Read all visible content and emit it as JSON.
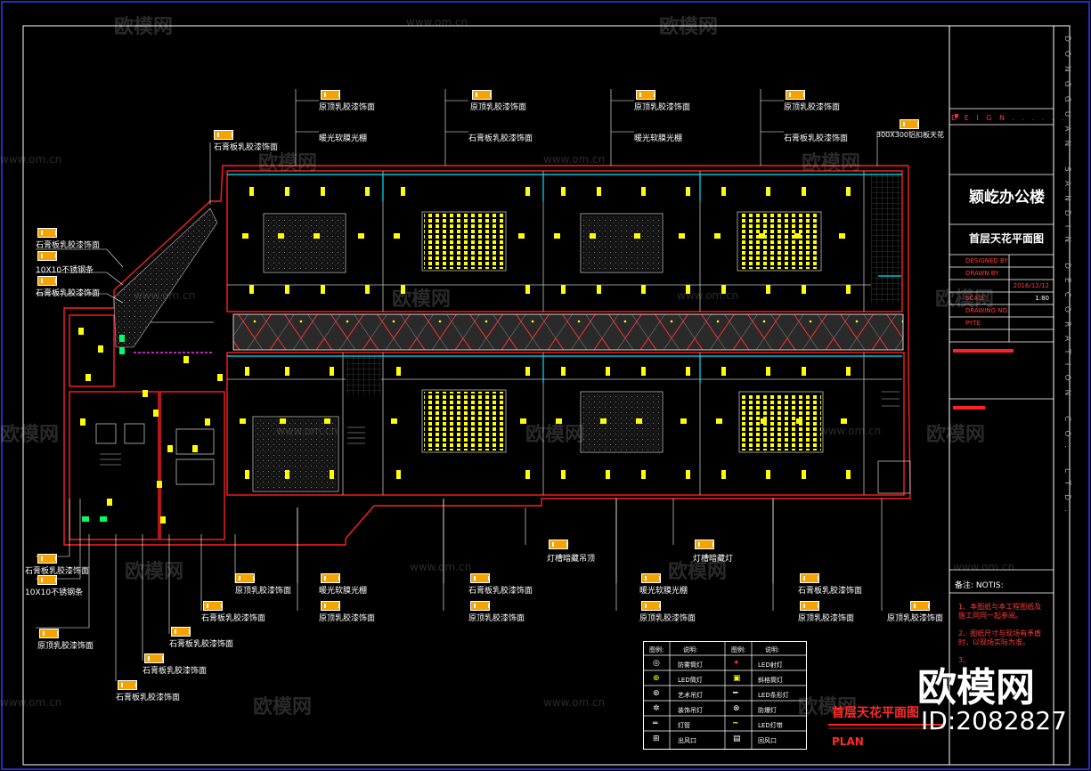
{
  "title_block": {
    "logo": "D E I G N . . . . . .",
    "project_name": "颖屹办公楼",
    "sheet_name": "首层天花平面图",
    "rows": [
      {
        "label": "DESIGNED BY",
        "value": ""
      },
      {
        "label": "DRAWN BY",
        "value": ""
      },
      {
        "label": "",
        "value": "2016/12/12"
      },
      {
        "label": "SCALE",
        "value": "1:80"
      },
      {
        "label": "DRAWING NO.",
        "value": ""
      },
      {
        "label": "PYTE",
        "value": ""
      }
    ],
    "notes_title": "备注: NOTIS:",
    "notes": [
      "1、本图纸与本工程图纸及施工同同一起参阅。",
      "2、图纸尺寸与现场有矛盾时，以现场实际为准。",
      "3、"
    ]
  },
  "company_vertical": "DONGGUAN SANDIN DECORATION CO. LTD.",
  "plan_title": "首层天花平面图",
  "plan_subtitle": "PLAN",
  "watermark": {
    "brand": "欧模网",
    "url": "www.om.cn",
    "id": "ID:2082827"
  },
  "top_labels": [
    {
      "text": "原顶乳胶漆饰面"
    },
    {
      "text": "暖光软膜光棚"
    },
    {
      "text": "原顶乳胶漆饰面"
    },
    {
      "text": "石膏板乳胶漆饰面"
    },
    {
      "text": "原顶乳胶漆饰面"
    },
    {
      "text": "暖光软膜光棚"
    },
    {
      "text": "原顶乳胶漆饰面"
    },
    {
      "text": "石膏板乳胶漆饰面"
    },
    {
      "text": "300X300铝扣板天花"
    },
    {
      "text": "石膏板乳胶漆饰面"
    }
  ],
  "left_labels": [
    {
      "text": "石膏板乳胶漆饰面"
    },
    {
      "text": "10X10不锈钢条"
    },
    {
      "text": "石膏板乳胶漆饰面"
    },
    {
      "text": "石膏板乳胶漆饰面"
    },
    {
      "text": "10X10不锈钢条"
    },
    {
      "text": "原顶乳胶漆饰面"
    }
  ],
  "bottom_labels": [
    {
      "text": "原顶乳胶漆饰面"
    },
    {
      "text": "石膏板乳胶漆饰面"
    },
    {
      "text": "石膏板乳胶漆饰面"
    },
    {
      "text": "石膏板乳胶漆饰面"
    },
    {
      "text": "石膏板乳胶漆饰面"
    },
    {
      "text": "暖光软膜光棚"
    },
    {
      "text": "原顶乳胶漆饰面"
    },
    {
      "text": "灯槽暗藏吊顶"
    },
    {
      "text": "石膏板乳胶漆饰面"
    },
    {
      "text": "原顶乳胶漆饰面"
    },
    {
      "text": "灯槽暗藏灯"
    },
    {
      "text": "暖光软膜光棚"
    },
    {
      "text": "原顶乳胶漆饰面"
    },
    {
      "text": "石膏板乳胶漆饰面"
    },
    {
      "text": "原顶乳胶漆饰面"
    },
    {
      "text": "原顶乳胶漆饰面"
    }
  ],
  "legend": {
    "headers": [
      "图例:",
      "说明:",
      "图例:",
      "说明:"
    ],
    "rows": [
      {
        "sym1": "◎",
        "desc1": "防雾筒灯",
        "sym2": "✦",
        "desc2": "LED射灯"
      },
      {
        "sym1": "⊕",
        "desc1": "LED筒灯",
        "sym2": "▣",
        "desc2": "斜格筒灯"
      },
      {
        "sym1": "⊛",
        "desc1": "艺术吊灯",
        "sym2": "━",
        "desc2": "LED条形灯"
      },
      {
        "sym1": "✲",
        "desc1": "装饰吊灯",
        "sym2": "⊗",
        "desc2": "防爆灯"
      },
      {
        "sym1": "═",
        "desc1": "灯管",
        "sym2": "┅",
        "desc2": "LED灯带"
      },
      {
        "sym1": "⊞",
        "desc1": "出风口",
        "sym2": "▤",
        "desc2": "回风口"
      }
    ]
  },
  "colors": {
    "background": "#000000",
    "frame": "#ffffff",
    "wall": "#ff2020",
    "light": "#ffff00",
    "duct": "#00e5ff",
    "accent": "#f5a300",
    "border_blue": "#2a3cff"
  }
}
